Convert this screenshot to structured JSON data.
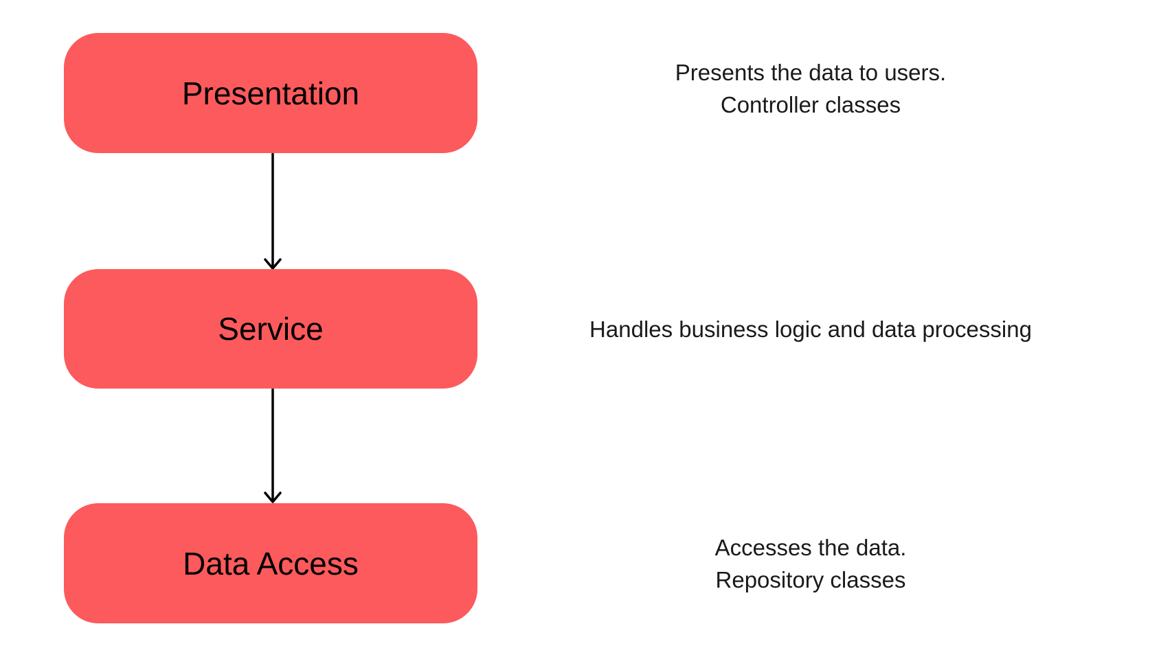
{
  "diagram_type": "layered-architecture-flow",
  "colors": {
    "background": "#ffffff",
    "layer_fill": "#fc5a5c",
    "label_text": "#000000",
    "description_text": "#1a1a1a",
    "arrow_color": "#000000"
  },
  "layers": [
    {
      "id": "presentation",
      "label": "Presentation",
      "description_lines": [
        "Presents the data to users.",
        "Controller classes"
      ]
    },
    {
      "id": "service",
      "label": "Service",
      "description_lines": [
        "Handles business logic and data processing"
      ]
    },
    {
      "id": "data-access",
      "label": "Data Access",
      "description_lines": [
        "Accesses the data.",
        "Repository classes"
      ]
    }
  ],
  "connections": [
    {
      "from": "Presentation",
      "to": "Service"
    },
    {
      "from": "Service",
      "to": "Data Access"
    }
  ]
}
